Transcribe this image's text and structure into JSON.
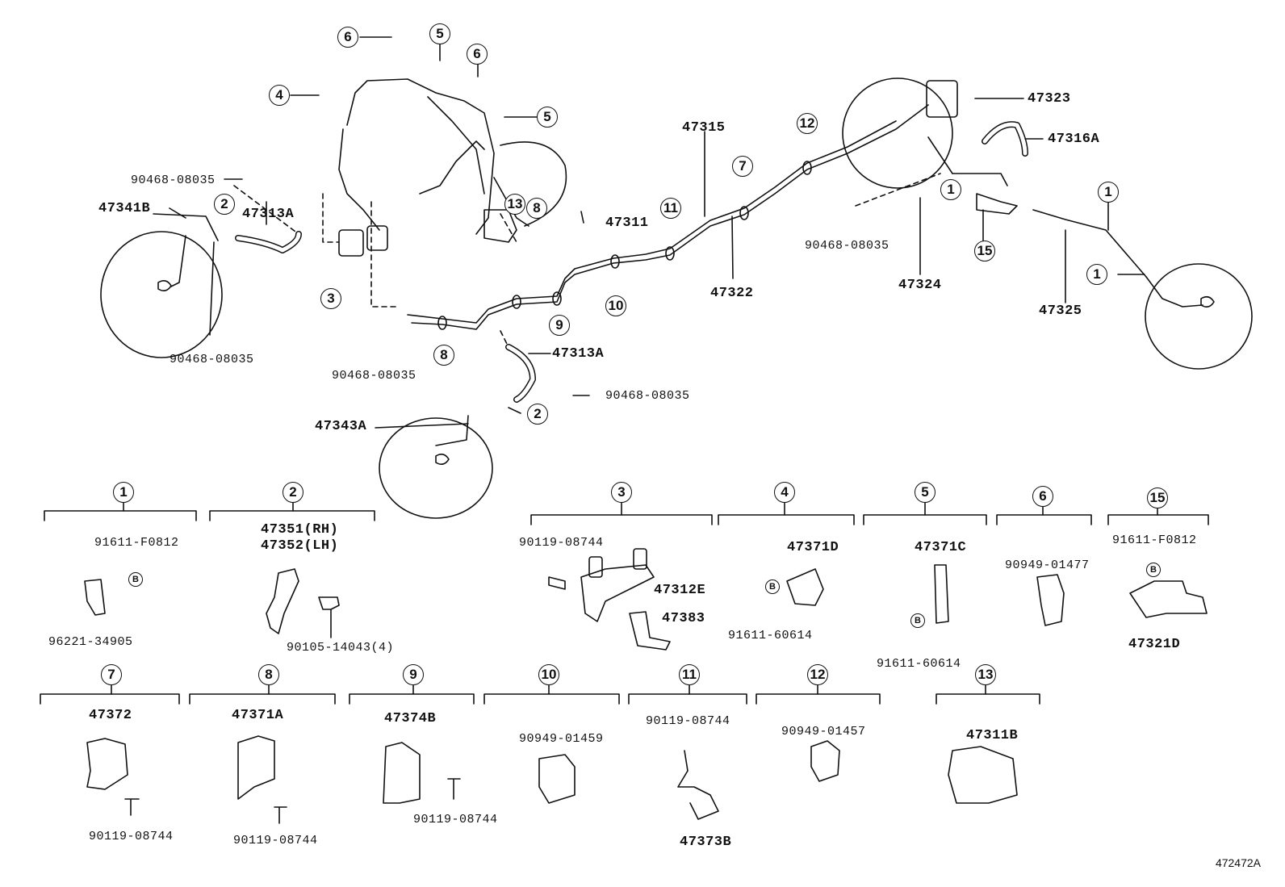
{
  "diagram_code": "472472A",
  "callouts": {
    "c1": "1",
    "c2": "2",
    "c3": "3",
    "c4": "4",
    "c5": "5",
    "c6": "6",
    "c7": "7",
    "c8": "8",
    "c9": "9",
    "c10": "10",
    "c11": "11",
    "c12": "12",
    "c13": "13",
    "c15": "15"
  },
  "bolt_marker": "B",
  "main_labels": {
    "p47315": "47315",
    "p47323": "47323",
    "p47316A": "47316A",
    "p47311": "47311",
    "p47341B": "47341B",
    "p47313A_left": "47313A",
    "p47313A_mid": "47313A",
    "p47322": "47322",
    "p47324": "47324",
    "p47325": "47325",
    "p47343A": "47343A",
    "p90468_a": "90468-08035",
    "p90468_b": "90468-08035",
    "p90468_c": "90468-08035",
    "p90468_d": "90468-08035",
    "p90468_e": "90468-08035"
  },
  "detail_groups": [
    {
      "num": "1",
      "parts": [
        "91611-F0812",
        "96221-34905"
      ]
    },
    {
      "num": "2",
      "parts": [
        "47351(RH)",
        "47352(LH)",
        "90105-14043(4)"
      ]
    },
    {
      "num": "3",
      "parts": [
        "90119-08744",
        "47312E",
        "47383"
      ]
    },
    {
      "num": "4",
      "parts": [
        "47371D",
        "91611-60614"
      ]
    },
    {
      "num": "5",
      "parts": [
        "47371C",
        "91611-60614"
      ]
    },
    {
      "num": "6",
      "parts": [
        "90949-01477"
      ]
    },
    {
      "num": "15",
      "parts": [
        "91611-F0812",
        "47321D"
      ]
    },
    {
      "num": "7",
      "parts": [
        "47372",
        "90119-08744"
      ]
    },
    {
      "num": "8",
      "parts": [
        "47371A",
        "90119-08744"
      ]
    },
    {
      "num": "9",
      "parts": [
        "47374B",
        "90119-08744"
      ]
    },
    {
      "num": "10",
      "parts": [
        "90949-01459"
      ]
    },
    {
      "num": "11",
      "parts": [
        "90119-08744",
        "47373B"
      ]
    },
    {
      "num": "12",
      "parts": [
        "90949-01457"
      ]
    },
    {
      "num": "13",
      "parts": [
        "47311B"
      ]
    }
  ]
}
